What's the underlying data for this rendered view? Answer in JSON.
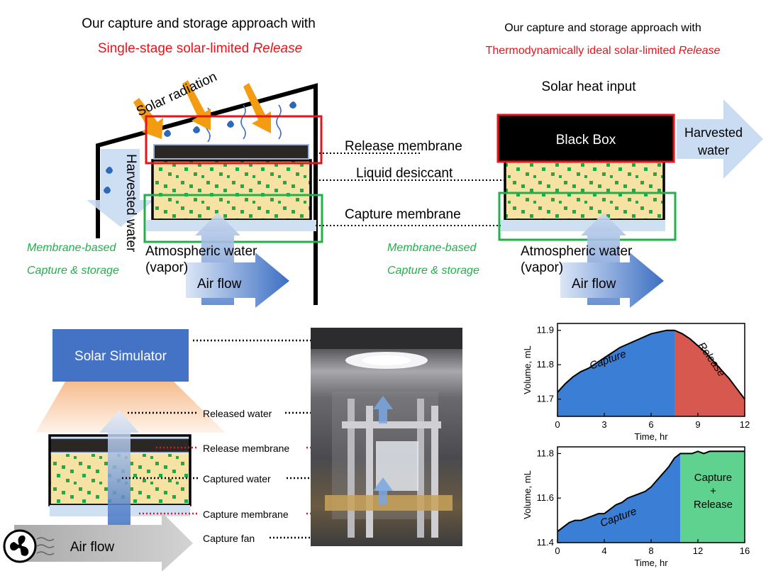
{
  "top_left": {
    "title_line1": "Our capture and storage approach with",
    "title_line2": "Single-stage solar-limited ",
    "title_emph": "Release",
    "solar_radiation": "Solar radiation",
    "harvested_water": "Harvested water",
    "atmospheric_water": "Atmospheric water",
    "vapor": "(vapor)",
    "air_flow": "Air flow",
    "membrane_based": "Membrane-based",
    "capture_storage": "Capture & storage"
  },
  "center_labels": {
    "release_membrane": "Release membrane",
    "liquid_desiccant": "Liquid desiccant",
    "capture_membrane": "Capture membrane"
  },
  "top_right": {
    "title_line1": "Our capture and storage approach with",
    "title_line2": "Thermodynamically ideal solar-limited ",
    "title_emph": "Release",
    "solar_heat_input": "Solar heat input",
    "black_box": "Black Box",
    "harvested_water_line1": "Harvested",
    "harvested_water_line2": "water",
    "membrane_based": "Membrane-based",
    "capture_storage": "Capture & storage",
    "atmospheric_water": "Atmospheric water",
    "vapor": "(vapor)",
    "air_flow": "Air flow"
  },
  "bottom_left": {
    "solar_simulator": "Solar Simulator",
    "air_flow": "Air flow",
    "labels": {
      "released_water": "Released water",
      "release_membrane": "Release membrane",
      "captured_water": "Captured water",
      "capture_membrane": "Capture membrane",
      "capture_fan": "Capture fan"
    }
  },
  "colors": {
    "title_red": "#e8141c",
    "membrane_green": "#22b04b",
    "desiccant_fill": "#f6e3a3",
    "dot_green": "#1faa4a",
    "capture_blue": "#3a7fd5",
    "release_red": "#d6584f",
    "capture_release_green": "#5ed28e",
    "simulator_blue": "#4472c4",
    "arrow_orange": "#f39c12"
  },
  "chart_data": [
    {
      "type": "area",
      "x": [
        0,
        0.5,
        1,
        1.5,
        2,
        2.5,
        3,
        3.5,
        4,
        4.5,
        5,
        5.5,
        6,
        6.5,
        7,
        7.5,
        8,
        8.5,
        9,
        9.5,
        10,
        10.5,
        11,
        11.5,
        12
      ],
      "y": [
        11.72,
        11.745,
        11.765,
        11.78,
        11.79,
        11.805,
        11.82,
        11.835,
        11.85,
        11.86,
        11.87,
        11.88,
        11.89,
        11.895,
        11.9,
        11.9,
        11.89,
        11.875,
        11.855,
        11.835,
        11.81,
        11.785,
        11.76,
        11.73,
        11.7
      ],
      "regions": [
        {
          "label": "Capture",
          "from": 0,
          "to": 7.5,
          "color": "#3a7fd5"
        },
        {
          "label": "Release",
          "from": 7.5,
          "to": 12,
          "color": "#d6584f"
        }
      ],
      "xlabel": "Time, hr",
      "ylabel": "Volume, mL",
      "xlim": [
        0,
        12
      ],
      "ylim": [
        11.65,
        11.92
      ],
      "xticks": [
        "0",
        "3",
        "6",
        "9",
        "12"
      ],
      "xtick_values": [
        0,
        3,
        6,
        9,
        12
      ],
      "yticks": [
        "11.7",
        "11.8",
        "11.9"
      ],
      "ytick_values": [
        11.7,
        11.8,
        11.9
      ]
    },
    {
      "type": "area",
      "x": [
        0,
        0.5,
        1,
        1.5,
        2,
        2.5,
        3,
        3.5,
        4,
        4.5,
        5,
        5.5,
        6,
        6.5,
        7,
        7.5,
        8,
        8.5,
        9,
        9.5,
        10,
        10.5,
        11,
        11.5,
        12,
        12.5,
        13,
        13.5,
        14,
        14.5,
        15,
        15.5,
        16
      ],
      "y": [
        11.45,
        11.47,
        11.49,
        11.5,
        11.5,
        11.51,
        11.52,
        11.53,
        11.53,
        11.55,
        11.57,
        11.58,
        11.6,
        11.61,
        11.62,
        11.63,
        11.65,
        11.68,
        11.71,
        11.74,
        11.78,
        11.8,
        11.8,
        11.8,
        11.81,
        11.8,
        11.81,
        11.81,
        11.81,
        11.81,
        11.81,
        11.81,
        11.81
      ],
      "regions": [
        {
          "label": "Capture",
          "from": 0,
          "to": 10.5,
          "color": "#3a7fd5"
        },
        {
          "label": "Capture + Release",
          "label_lines": [
            "Capture",
            "+",
            "Release"
          ],
          "from": 10.5,
          "to": 16,
          "color": "#5ed28e"
        }
      ],
      "xlabel": "Time, hr",
      "ylabel": "Volume, mL",
      "xlim": [
        0,
        16
      ],
      "ylim": [
        11.4,
        11.83
      ],
      "xticks": [
        "0",
        "4",
        "8",
        "12",
        "16"
      ],
      "xtick_values": [
        0,
        4,
        8,
        12,
        16
      ],
      "yticks": [
        "11.4",
        "11.6",
        "11.8"
      ],
      "ytick_values": [
        11.4,
        11.6,
        11.8
      ]
    }
  ]
}
